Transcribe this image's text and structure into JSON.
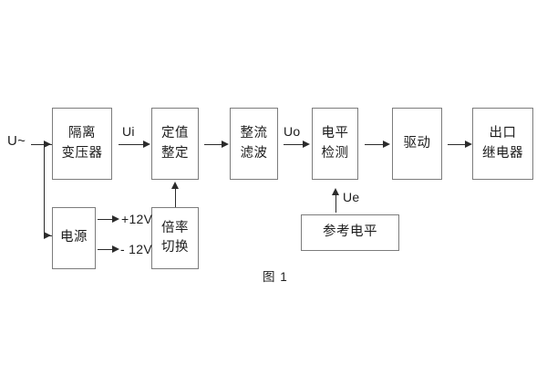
{
  "figure": {
    "caption": "图 1",
    "source_label": "U~",
    "border_color": "#7c7c7c",
    "line_color": "#2b2b2b",
    "background": "#ffffff"
  },
  "blocks": [
    {
      "id": "isolation-transformer",
      "lines": [
        "隔离",
        "变压器"
      ]
    },
    {
      "id": "setting-adjustment",
      "lines": [
        "定值",
        "整定"
      ]
    },
    {
      "id": "rectify-filter",
      "lines": [
        "整流",
        "滤波"
      ]
    },
    {
      "id": "level-detection",
      "lines": [
        "电平",
        "检测"
      ]
    },
    {
      "id": "drive",
      "lines": [
        "驱动"
      ]
    },
    {
      "id": "output-relay",
      "lines": [
        "出口",
        "继电器"
      ]
    },
    {
      "id": "power-supply",
      "lines": [
        "电源"
      ]
    },
    {
      "id": "multiplier-switch",
      "lines": [
        "倍率",
        "切换"
      ]
    },
    {
      "id": "reference-level",
      "lines": [
        "参考电平"
      ]
    }
  ],
  "signal_labels": {
    "ui": "Ui",
    "uo": "Uo",
    "ue": "Ue",
    "rail_positive": "+12V",
    "rail_negative": "- 12V"
  }
}
